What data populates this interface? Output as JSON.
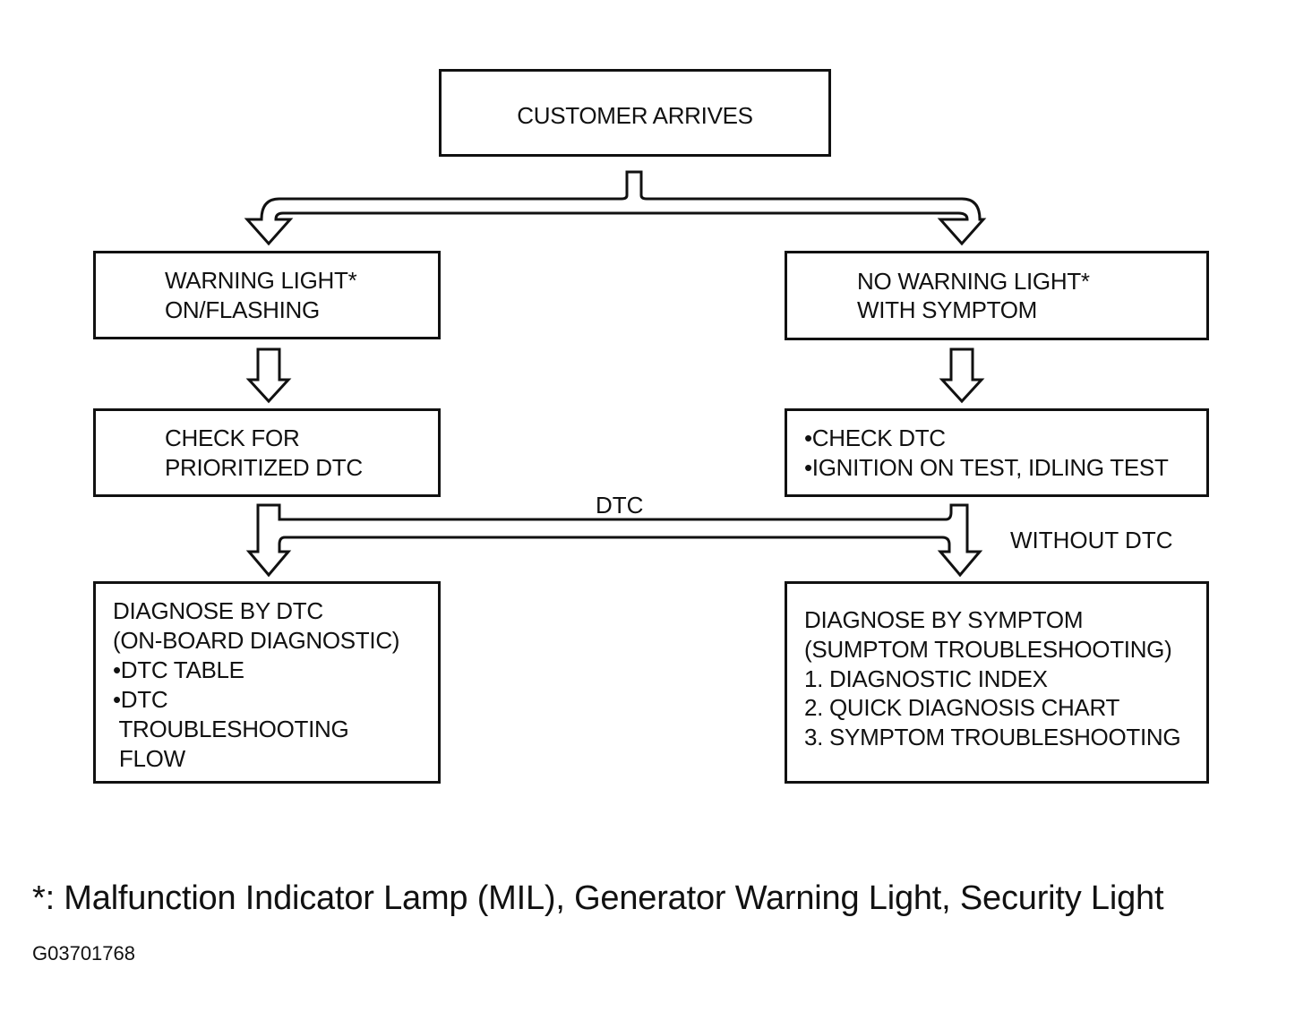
{
  "nodes": {
    "customer": {
      "text": "CUSTOMER ARRIVES"
    },
    "warning": {
      "line1": "WARNING LIGHT*",
      "line2": "ON/FLASHING"
    },
    "no_warning": {
      "line1": "NO WARNING LIGHT*",
      "line2": "WITH SYMPTOM"
    },
    "check_prior": {
      "line1": "CHECK FOR",
      "line2": "PRIORITIZED DTC"
    },
    "check_dtc": {
      "line1": "•CHECK DTC",
      "line2": "•IGNITION ON TEST, IDLING TEST"
    },
    "diag_dtc": {
      "lines": [
        "DIAGNOSE BY DTC",
        "(ON-BOARD DIAGNOSTIC)",
        "•DTC TABLE",
        "•DTC",
        " TROUBLESHOOTING",
        " FLOW"
      ]
    },
    "diag_symptom": {
      "lines": [
        "DIAGNOSE BY SYMPTOM",
        "(SUMPTOM TROUBLESHOOTING)",
        "1. DIAGNOSTIC INDEX",
        "2. QUICK DIAGNOSIS CHART",
        "3. SYMPTOM TROUBLESHOOTING"
      ]
    }
  },
  "edge_labels": {
    "dtc": "DTC",
    "without_dtc": "WITHOUT DTC"
  },
  "footnote": "*: Malfunction Indicator Lamp (MIL), Generator Warning Light, Security Light",
  "figure_id": "G03701768"
}
